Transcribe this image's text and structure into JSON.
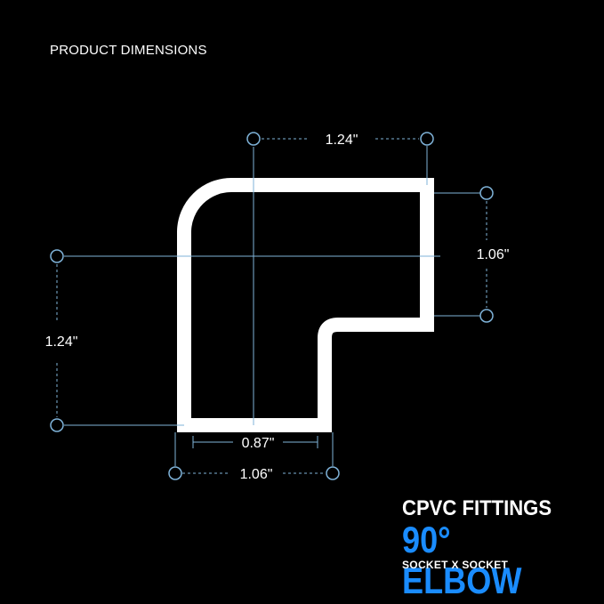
{
  "heading": "PRODUCT DIMENSIONS",
  "dimensions": {
    "top_width": "1.24\"",
    "right_height": "1.06\"",
    "left_height": "1.24\"",
    "inner_width": "0.87\"",
    "outer_width": "1.06\""
  },
  "brand": {
    "line1": "CPVC FITTINGS",
    "line2": "90° ELBOW",
    "line3": "SOCKET X SOCKET"
  },
  "colors": {
    "background": "#000000",
    "outline": "#ffffff",
    "dimension_line": "#7fb3d9",
    "accent": "#1a8cff"
  }
}
